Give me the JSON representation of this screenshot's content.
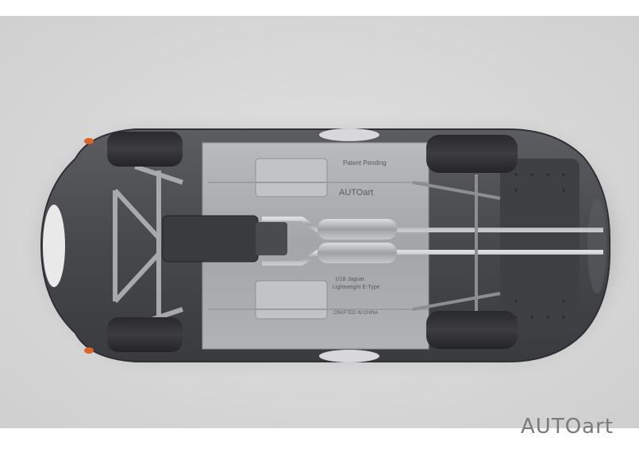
{
  "image": {
    "subject": "die-cast model car underside view",
    "background_color": "#d9d9d9",
    "body_color": "#4a4b4f",
    "chassis_color": "#a9abad"
  },
  "chassis_text": {
    "patent": "Patent Pending",
    "stamp_logo": "AUTOart",
    "model_line1": "1/18 Jaguar",
    "model_line2": "Lightweight E-Type",
    "origin": "CRAFTED IN CHINA"
  },
  "brand": {
    "logo_text": "AUTOart",
    "logo_color": "#7a7a7a"
  }
}
